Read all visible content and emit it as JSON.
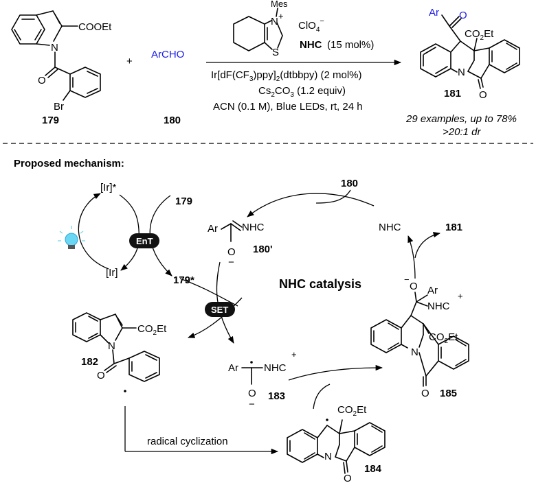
{
  "top_scheme": {
    "reactant_179": {
      "ester": "COOEt",
      "halogen": "Br",
      "N": "N",
      "O": "O",
      "label": "179"
    },
    "plus": "+",
    "reactant_180": {
      "formula": "ArCHO",
      "label": "180"
    },
    "catalyst_above_arrow": {
      "mes": "Mes",
      "n_plus": "N",
      "plus": "+",
      "counterion": "ClO4",
      "counterion_sub": "4",
      "counterion_charge": "−",
      "sulfur": "S",
      "nhc_bold": "NHC",
      "nhc_loading": "(15 mol%)"
    },
    "conditions_below_arrow": [
      "Ir[dF(CF3)ppy]2(dtbbpy) (2 mol%)",
      "Cs2CO3 (1.2 equiv)",
      "ACN (0.1 M), Blue LEDs, rt, 24 h"
    ],
    "product_181": {
      "aroyl": "Ar",
      "carbonyl_O": "O",
      "ester": "CO2Et",
      "N": "N",
      "lactam_O": "O",
      "label": "181"
    },
    "result_line1": "29 examples, up to 78%",
    "result_line2": ">20:1 dr"
  },
  "mechanism": {
    "heading": "Proposed mechanism:",
    "center_label": "NHC catalysis",
    "ir_excited": "[Ir]*",
    "ir_ground": "[Ir]",
    "ent_pill": "EnT",
    "set_pill": "SET",
    "label_179": "179",
    "label_179_star": "179*",
    "label_180": "180",
    "label_181": "181",
    "nhc_free": "NHC",
    "breslow": {
      "ar": "Ar",
      "nhc": "NHC",
      "o_minus": "O",
      "minus": "−",
      "label": "180'"
    },
    "radical_cation": {
      "ar": "Ar",
      "nhc": "NHC",
      "plus": "+",
      "o_minus": "O",
      "minus": "−",
      "label": "183"
    },
    "aryl_radical": {
      "ester": "CO2Et",
      "N": "N",
      "O": "O",
      "label": "182"
    },
    "cyclized_radical": {
      "ester": "CO2Et",
      "N": "N",
      "O": "O",
      "label": "184"
    },
    "adduct": {
      "o_minus": "O",
      "minus": "−",
      "ar": "Ar",
      "nhc": "NHC",
      "plus": "+",
      "ester": "CO2Et",
      "N": "N",
      "O": "O",
      "label": "185"
    },
    "radical_cyclization": "radical cyclization",
    "lightbulb": "lightbulb-icon"
  }
}
